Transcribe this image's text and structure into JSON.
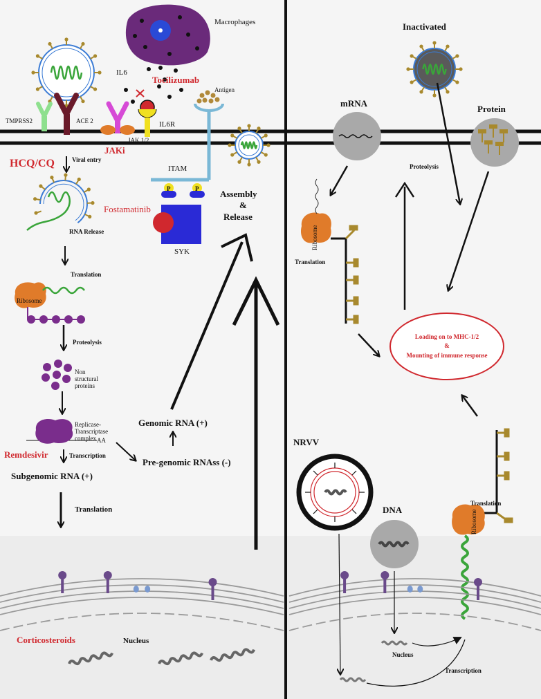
{
  "left": {
    "macrophages": "Macrophages",
    "il6": "IL6",
    "tocilizumab": "Tocilizumab",
    "antigen": "Antigen",
    "il6r": "IL6R",
    "tmprss2": "TMPRSS2",
    "ace2": "ACE 2",
    "jak12": "JAK 1/2",
    "jaki": "JAKi",
    "hcq": "HCQ/CQ",
    "viral_entry": "Viral entry",
    "itam": "ITAM",
    "p": "P",
    "fostamatinib": "Fostamatinib",
    "syk": "SYK",
    "assembly": "Assembly",
    "amp": "&",
    "release": "Release",
    "rna_release": "RNA Release",
    "translation": "Translation",
    "ribosome": "Ribosome",
    "proteolysis": "Proteolysis",
    "nsp_line1": "Non",
    "nsp_line2": "structural",
    "nsp_line3": "proteins",
    "replicase_line1": "Replicase-",
    "replicase_line2": "Transcriptase",
    "replicase_line3": "complex",
    "aa": "AA",
    "remdesivir": "Remdesivir",
    "transcription": "Transcription",
    "genomic": "Genomic RNA (+)",
    "subgenomic": "Subgenomic RNA (+)",
    "pregenomic": "Pre-genomic RNAss (-)",
    "translation2": "Translation",
    "corticosteroids": "Corticosteroids",
    "nucleus": "Nucleus"
  },
  "right": {
    "inactivated": "Inactivated",
    "mrna": "mRNA",
    "protein": "Protein",
    "proteolysis": "Proteolysis",
    "ribosome": "Ribosome",
    "translation": "Translation",
    "mhc_line1": "Loading on to MHC-1/2",
    "mhc_line2": "&",
    "mhc_line3": "Mounting of immune response",
    "nrvv": "NRVV",
    "dna": "DNA",
    "translation2": "Translation",
    "ribosome2": "Ribosome",
    "nucleus": "Nucleus",
    "transcription": "Transcription"
  },
  "colors": {
    "virus_outline": "#3a7bd5",
    "spike": "#a8892d",
    "rna": "#3aa53a",
    "purple": "#7a2d8c",
    "ribosome": "#e07b2a",
    "red": "#d0282e",
    "syk": "#2a2ad6",
    "grey_circle": "#a9a9a9"
  }
}
